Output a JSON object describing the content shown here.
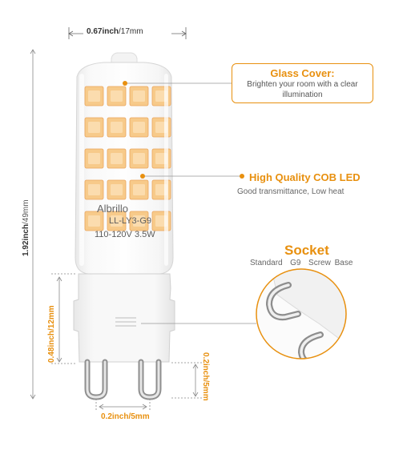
{
  "dimensions": {
    "width": {
      "value": "0.67inch",
      "metric": "/17mm"
    },
    "height": {
      "value": "1.92inch",
      "metric": "/49mm"
    },
    "socket_height": "0.48inch/12mm",
    "pin_length": "0.2inch/5mm",
    "pin_spacing": "0.2inch/5mm"
  },
  "callouts": {
    "glass_cover": {
      "title": "Glass Cover:",
      "line1": "Brighten your room with a clear",
      "line2": "illumination"
    },
    "cob_led": {
      "title": "High Quality COB LED",
      "desc": "Good transmittance, Low heat"
    },
    "socket": {
      "title": "Socket",
      "desc": "Standard  G9  Screw Base"
    }
  },
  "bulb_print": {
    "brand": "Albrillo",
    "model": "LL-LY3-G9",
    "rating": "110-120V 3.5W"
  },
  "colors": {
    "accent": "#e8900f",
    "led": "#f7ca8a",
    "led_dark": "#eba55c",
    "socket": "#f4f4f4"
  },
  "led_grid": {
    "rows": 5,
    "cols": 4
  }
}
